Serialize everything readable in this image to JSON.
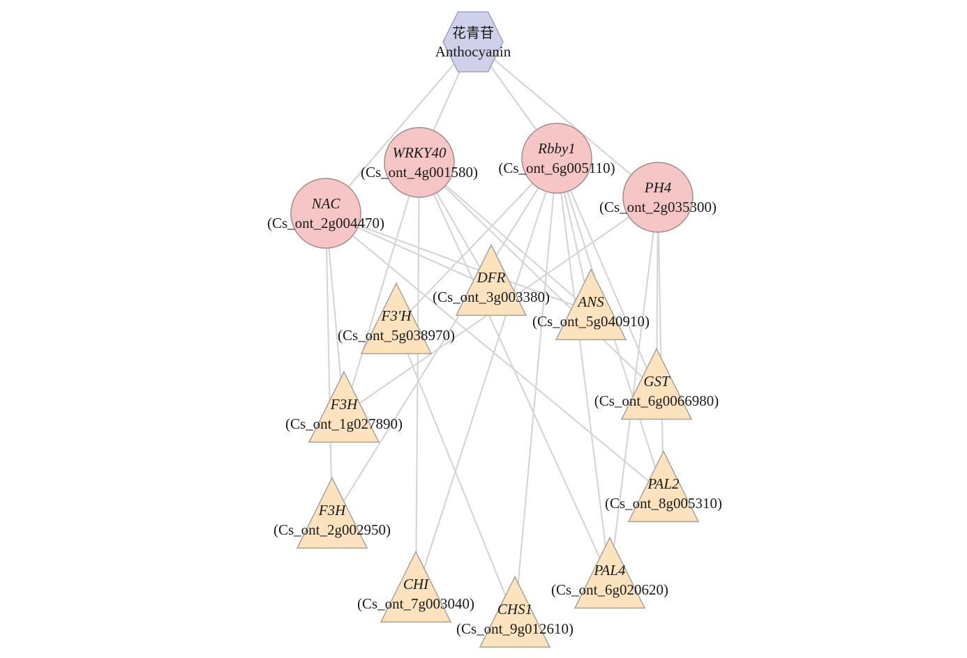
{
  "diagram": {
    "nodes": [
      {
        "id": "anthocyanin",
        "shape": "hexagon",
        "line1": "花青苷",
        "line2": "Anthocyanin"
      },
      {
        "id": "wrky40",
        "shape": "circle",
        "name": "WRKY40",
        "gene": "(Cs_ont_4g001580)"
      },
      {
        "id": "rbby1",
        "shape": "circle",
        "name": "Rbby1",
        "gene": "(Cs_ont_6g005110)"
      },
      {
        "id": "nac",
        "shape": "circle",
        "name": "NAC",
        "gene": "(Cs_ont_2g004470)"
      },
      {
        "id": "ph4",
        "shape": "circle",
        "name": "PH4",
        "gene": "(Cs_ont_2g035300)"
      },
      {
        "id": "dfr",
        "shape": "triangle",
        "name": "DFR",
        "gene": "(Cs_ont_3g003380)"
      },
      {
        "id": "ans",
        "shape": "triangle",
        "name": "ANS",
        "gene": "(Cs_ont_5g040910)"
      },
      {
        "id": "f3ph",
        "shape": "triangle",
        "name": "F3'H",
        "gene": "(Cs_ont_5g038970)"
      },
      {
        "id": "gst",
        "shape": "triangle",
        "name": "GST",
        "gene": "(Cs_ont_6g0066980)"
      },
      {
        "id": "f3h1",
        "shape": "triangle",
        "name": "F3H",
        "gene": "(Cs_ont_1g027890)"
      },
      {
        "id": "pal2",
        "shape": "triangle",
        "name": "PAL2",
        "gene": "(Cs_ont_8g005310)"
      },
      {
        "id": "f3h2",
        "shape": "triangle",
        "name": "F3H",
        "gene": "(Cs_ont_2g002950)"
      },
      {
        "id": "pal4",
        "shape": "triangle",
        "name": "PAL4",
        "gene": "(Cs_ont_6g020620)"
      },
      {
        "id": "chi",
        "shape": "triangle",
        "name": "CHI",
        "gene": "(Cs_ont_7g003040)"
      },
      {
        "id": "chs1",
        "shape": "triangle",
        "name": "CHS1",
        "gene": "(Cs_ont_9g012610)"
      }
    ],
    "edges": [
      [
        "anthocyanin",
        "nac"
      ],
      [
        "anthocyanin",
        "wrky40"
      ],
      [
        "anthocyanin",
        "rbby1"
      ],
      [
        "anthocyanin",
        "ph4"
      ],
      [
        "nac",
        "f3h1"
      ],
      [
        "nac",
        "f3h2"
      ],
      [
        "nac",
        "dfr"
      ],
      [
        "nac",
        "ans"
      ],
      [
        "nac",
        "pal2"
      ],
      [
        "wrky40",
        "f3h1"
      ],
      [
        "wrky40",
        "chi"
      ],
      [
        "wrky40",
        "dfr"
      ],
      [
        "wrky40",
        "ans"
      ],
      [
        "wrky40",
        "gst"
      ],
      [
        "wrky40",
        "pal4"
      ],
      [
        "rbby1",
        "f3ph"
      ],
      [
        "rbby1",
        "f3h2"
      ],
      [
        "rbby1",
        "chi"
      ],
      [
        "rbby1",
        "chs1"
      ],
      [
        "rbby1",
        "ans"
      ],
      [
        "rbby1",
        "gst"
      ],
      [
        "rbby1",
        "pal2"
      ],
      [
        "rbby1",
        "pal4"
      ],
      [
        "ph4",
        "f3h1"
      ],
      [
        "ph4",
        "gst"
      ],
      [
        "ph4",
        "pal2"
      ],
      [
        "ph4",
        "pal4"
      ],
      [
        "f3ph",
        "chs1"
      ]
    ]
  }
}
